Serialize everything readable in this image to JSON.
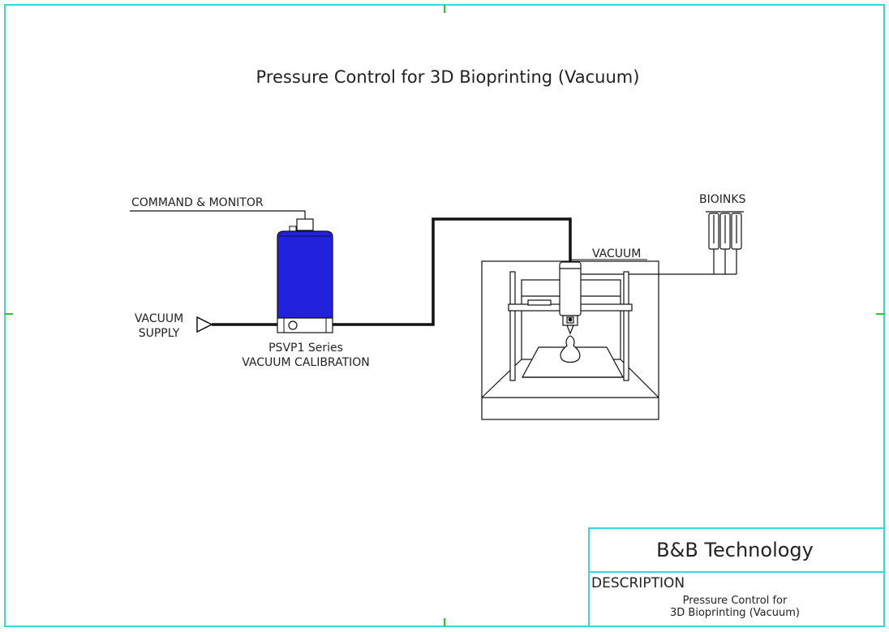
{
  "drawing": {
    "title": "Pressure Control for 3D Bioprinting (Vacuum)",
    "labels": {
      "command_monitor": "COMMAND & MONITOR",
      "vacuum_supply_line1": "VACUUM",
      "vacuum_supply_line2": "SUPPLY",
      "controller_line1": "PSVP1 Series",
      "controller_line2": "VACUUM CALIBRATION",
      "bioinks": "BIOINKS",
      "vacuum": "VACUUM"
    }
  },
  "title_block": {
    "company": "B&B Technology",
    "description_header": "DESCRIPTION",
    "description_line1": "Pressure Control for",
    "description_line2": "3D Bioprinting (Vacuum)"
  },
  "colors": {
    "border": "#35d6e6",
    "tick_marks": "#22cc22",
    "controller_body": "#2222dd",
    "lines": "#111111"
  }
}
